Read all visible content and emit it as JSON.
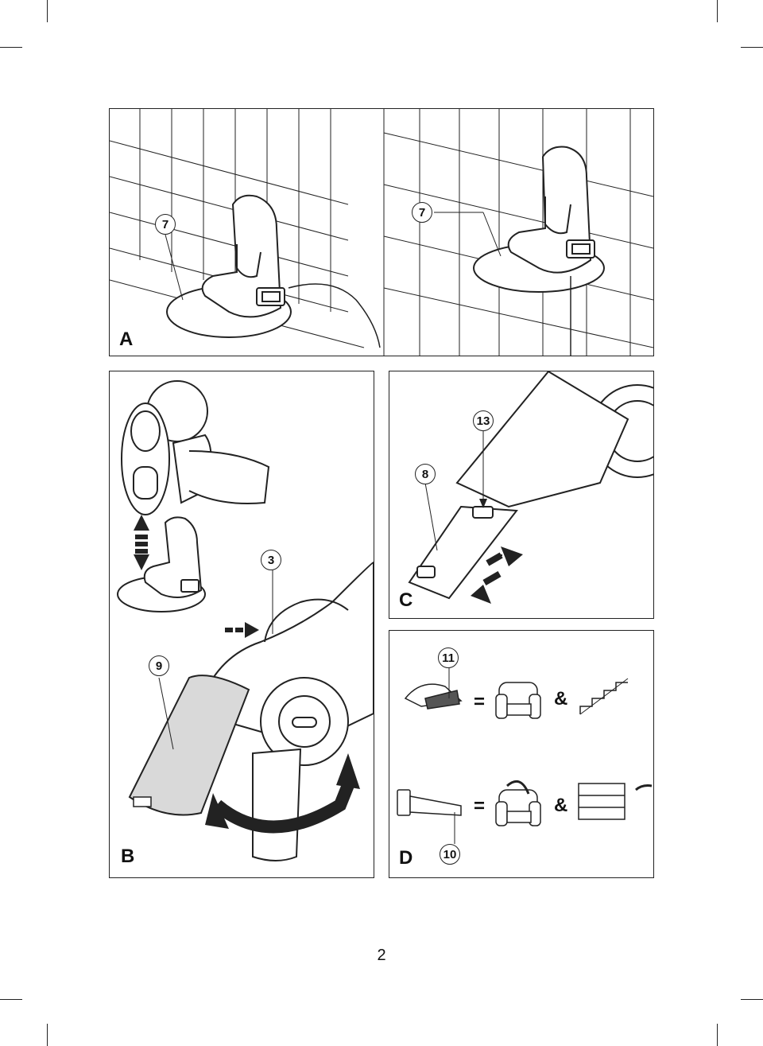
{
  "panels": {
    "A": {
      "letter": "A",
      "callout_left": "7",
      "callout_right": "7"
    },
    "B": {
      "letter": "B",
      "callout_3": "3",
      "callout_9": "9"
    },
    "C": {
      "letter": "C",
      "callout_8": "8",
      "callout_13": "13"
    },
    "D": {
      "letter": "D",
      "callout_11": "11",
      "callout_10": "10",
      "equals_1": "=",
      "amp_1": "&",
      "equals_2": "=",
      "amp_2": "&"
    }
  },
  "footer": {
    "page_number": "2"
  },
  "colors": {
    "line": "#222222",
    "fill_grey": "#d9d9d9",
    "fill_dark": "#333333"
  }
}
